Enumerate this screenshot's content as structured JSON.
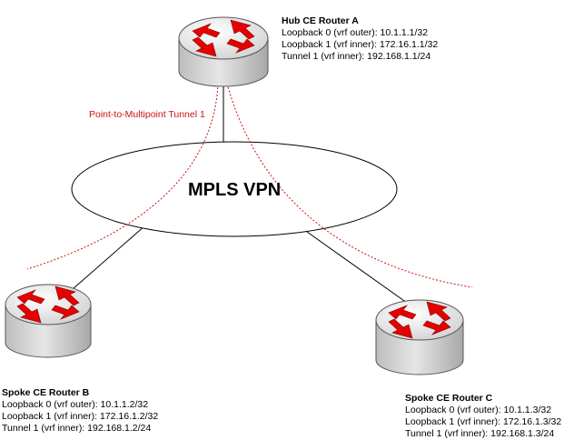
{
  "cloud": {
    "label": "MPLS VPN"
  },
  "tunnel": {
    "label": "Point-to-Multipoint Tunnel 1",
    "color": "#cc1111"
  },
  "routers": [
    {
      "id": "hub",
      "title": "Hub CE Router A",
      "lines": [
        "Loopback 0 (vrf outer): 10.1.1.1/32",
        "Loopback 1 (vrf inner): 172.16.1.1/32",
        "Tunnel 1 (vrf inner): 192.168.1.1/24"
      ]
    },
    {
      "id": "spoke-b",
      "title": "Spoke CE Router B",
      "lines": [
        "Loopback 0 (vrf outer): 10.1.1.2/32",
        "Loopback 1 (vrf inner): 172.16.1.2/32",
        "Tunnel 1 (vrf inner): 192.168.1.2/24"
      ]
    },
    {
      "id": "spoke-c",
      "title": "Spoke CE Router C",
      "lines": [
        "Loopback 0 (vrf outer): 10.1.1.3/32",
        "Loopback 1 (vrf inner): 172.16.1.3/32",
        "Tunnel 1 (vrf inner): 192.168.1.3/24"
      ]
    }
  ],
  "colors": {
    "router_arrow": "#e60000",
    "router_body": "#d9d9d9",
    "router_top": "#f2f2f2"
  }
}
